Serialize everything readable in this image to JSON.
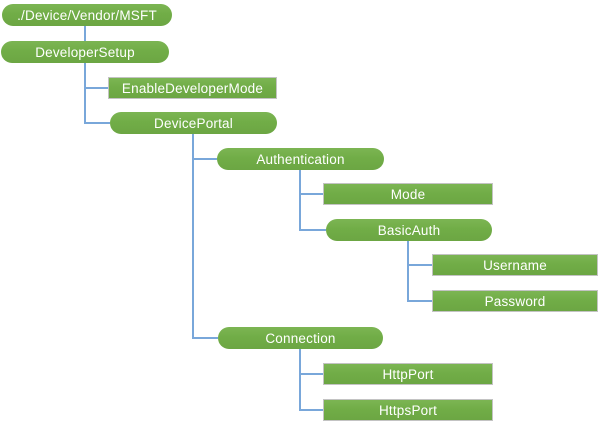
{
  "diagram": {
    "description": "Configuration service provider tree diagram",
    "colors": {
      "node_fill": "#71AD47",
      "leaf_border": "#C3C3C3",
      "connector": "#79A7DA",
      "text": "#FFFFFF",
      "background": "#FFFFFF"
    },
    "nodes": [
      {
        "label": "./Device/Vendor/MSFT",
        "shape": "pill",
        "parent": null
      },
      {
        "label": "DeveloperSetup",
        "shape": "pill",
        "parent": "./Device/Vendor/MSFT"
      },
      {
        "label": "EnableDeveloperMode",
        "shape": "rect",
        "parent": "DeveloperSetup"
      },
      {
        "label": "DevicePortal",
        "shape": "pill",
        "parent": "DeveloperSetup"
      },
      {
        "label": "Authentication",
        "shape": "pill",
        "parent": "DevicePortal"
      },
      {
        "label": "Mode",
        "shape": "rect",
        "parent": "Authentication"
      },
      {
        "label": "BasicAuth",
        "shape": "pill",
        "parent": "Authentication"
      },
      {
        "label": "Username",
        "shape": "rect",
        "parent": "BasicAuth"
      },
      {
        "label": "Password",
        "shape": "rect",
        "parent": "BasicAuth"
      },
      {
        "label": "Connection",
        "shape": "pill",
        "parent": "DevicePortal"
      },
      {
        "label": "HttpPort",
        "shape": "rect",
        "parent": "Connection"
      },
      {
        "label": "HttpsPort",
        "shape": "rect",
        "parent": "Connection"
      }
    ]
  }
}
